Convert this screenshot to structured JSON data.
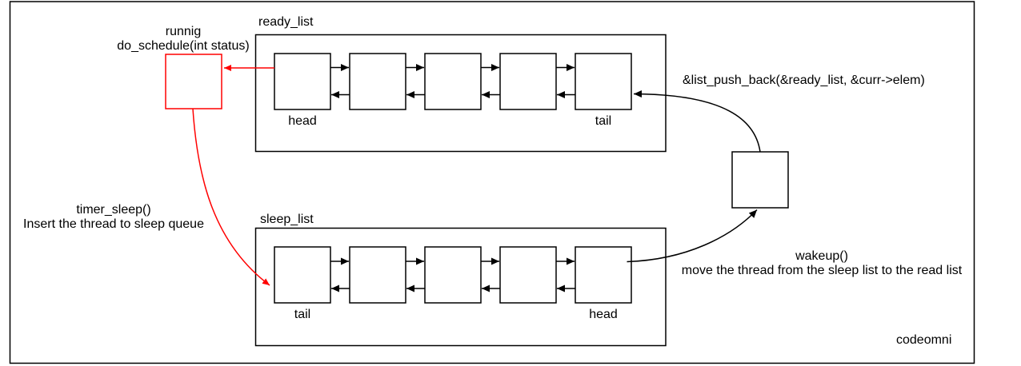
{
  "diagram": {
    "running_node": {
      "line1": "runnig",
      "line2": "do_schedule(int status)"
    },
    "ready_list": {
      "title": "ready_list",
      "first_label": "head",
      "last_label": "tail",
      "node_count": 5
    },
    "sleep_list": {
      "title": "sleep_list",
      "first_label": "tail",
      "last_label": "head",
      "node_count": 5
    },
    "timer_sleep": {
      "line1": "timer_sleep()",
      "line2": "Insert the thread to sleep queue"
    },
    "push_back_label": "&list_push_back(&ready_list, &curr->elem)",
    "wakeup": {
      "line1": "wakeup()",
      "line2": "move the thread from the sleep list to the read list"
    },
    "watermark": "codeomni",
    "colors": {
      "accent_red": "#ff0000",
      "line_black": "#000000",
      "background": "#ffffff"
    }
  }
}
